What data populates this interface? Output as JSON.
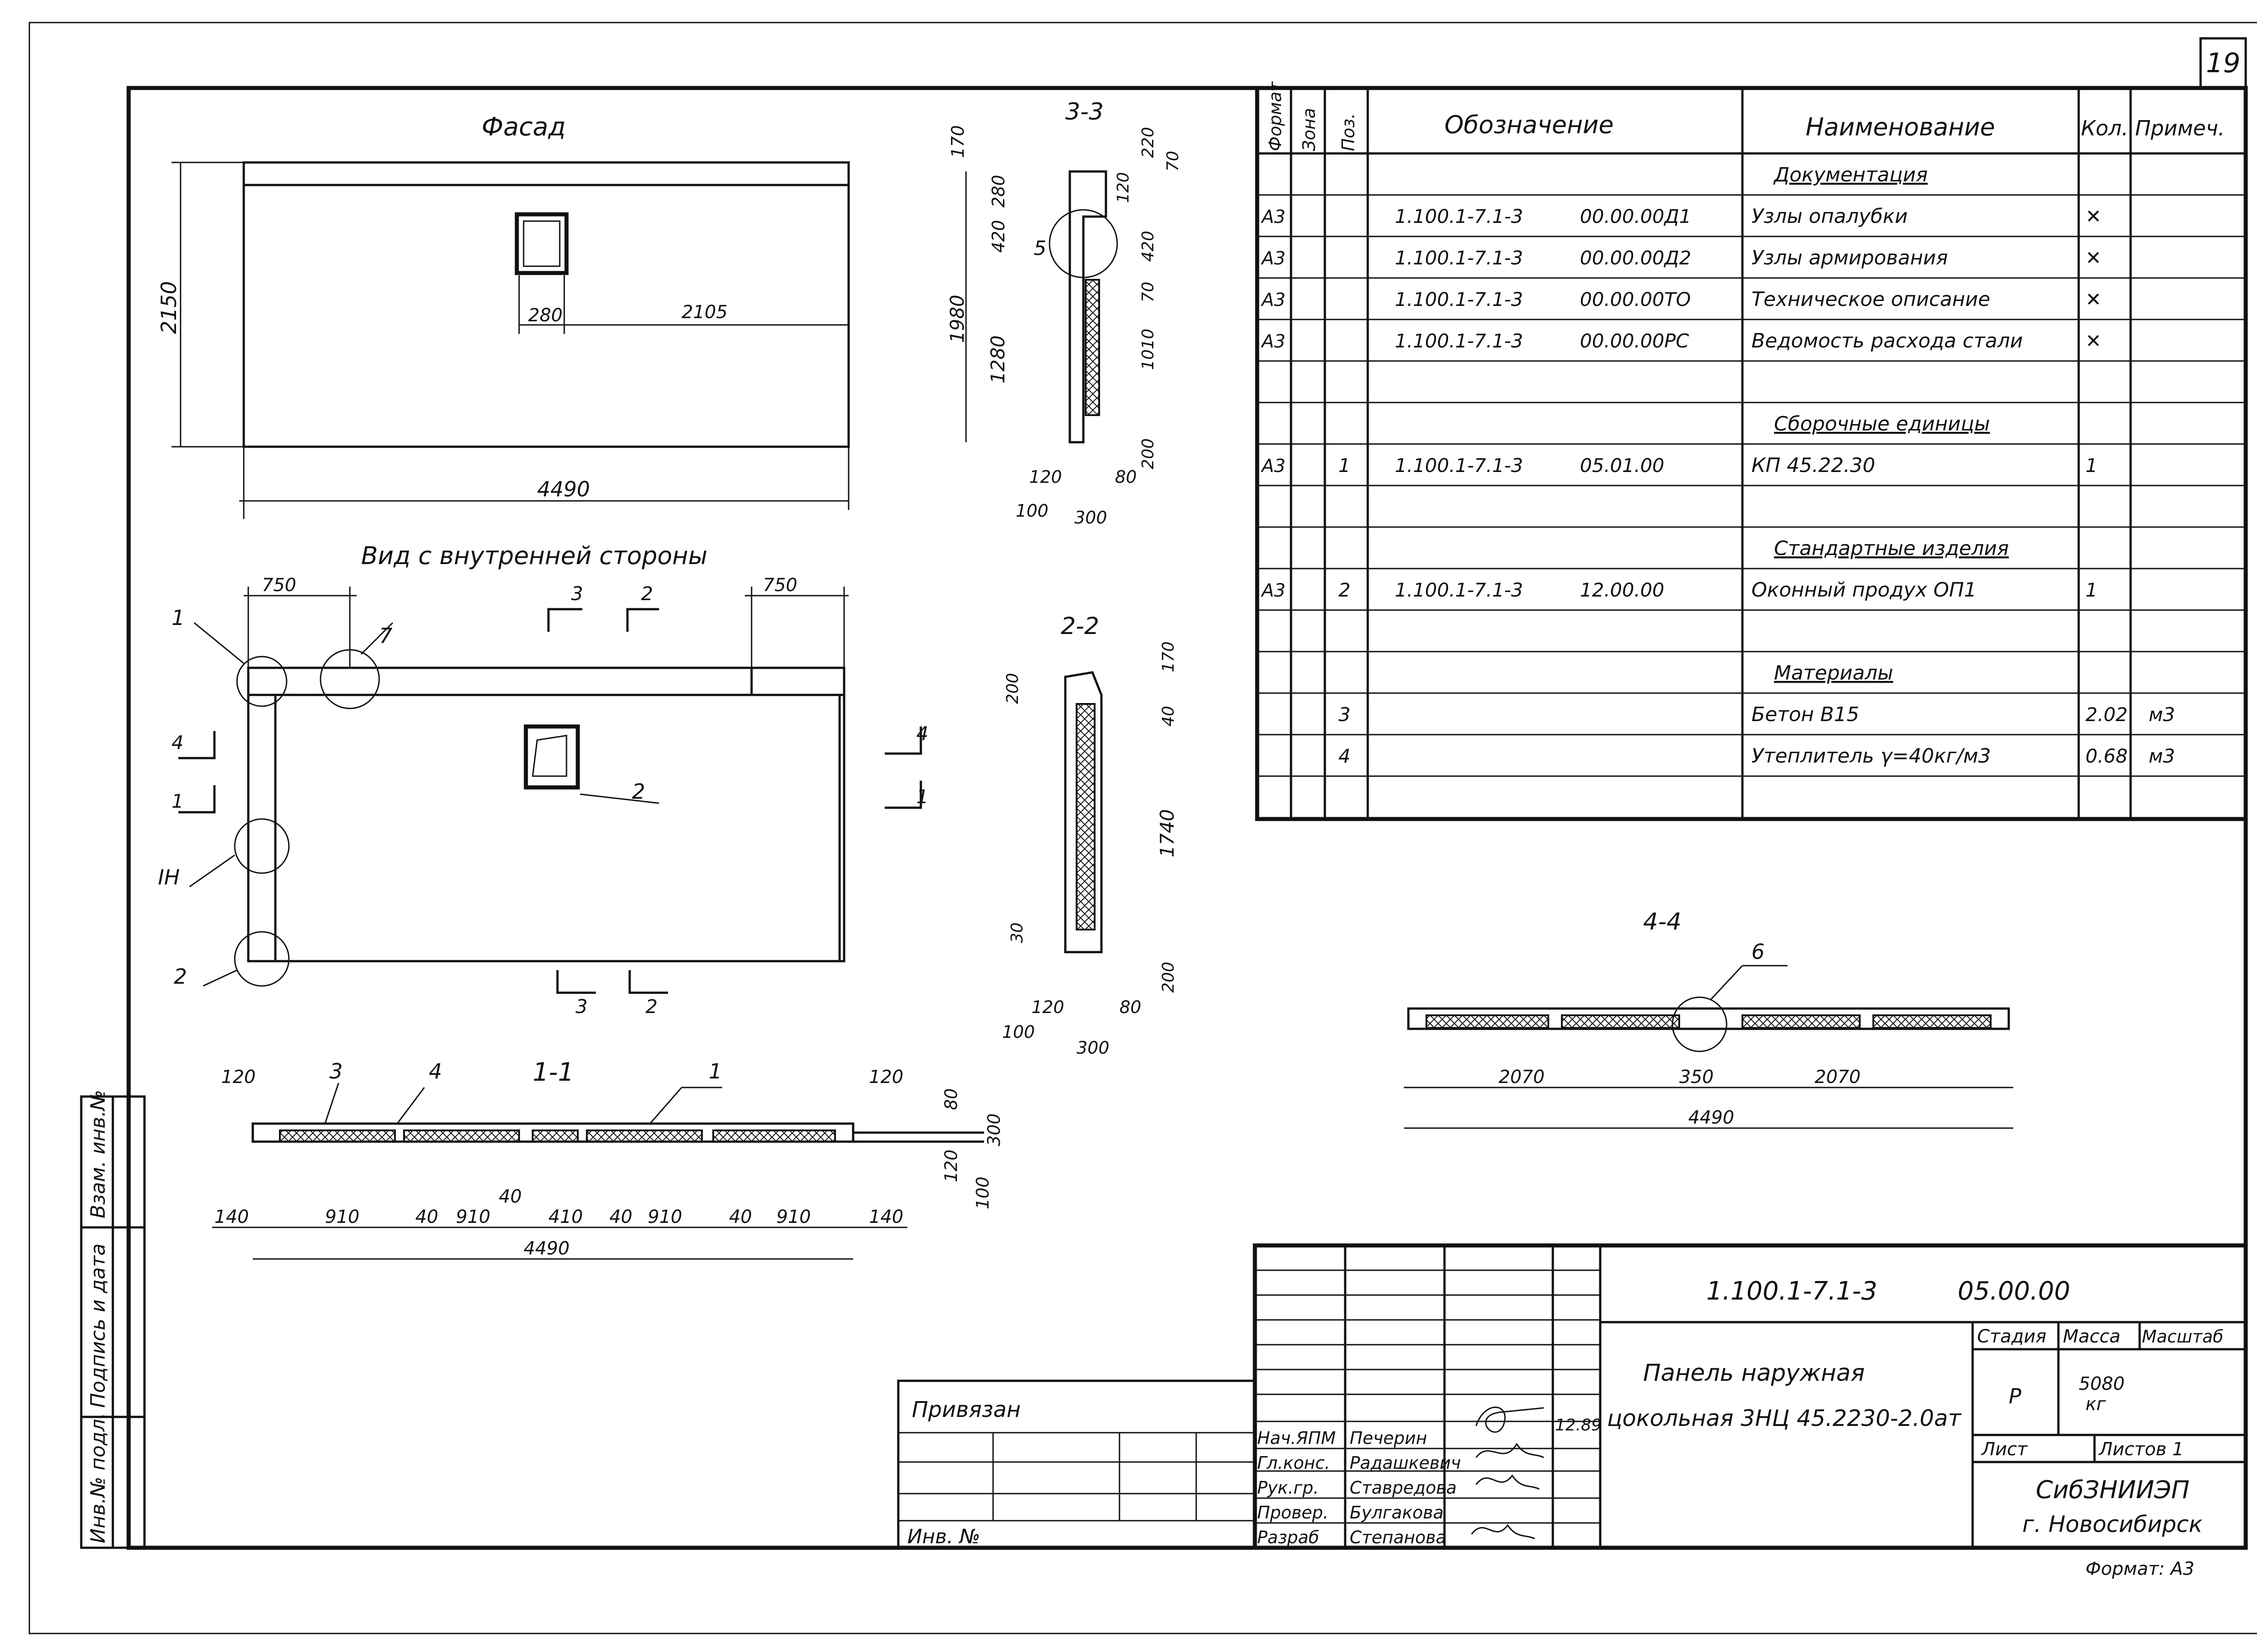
{
  "sheet_number": "19",
  "views": {
    "facade": {
      "title": "Фасад",
      "dim_height": "2150",
      "dim_window_offset": "280",
      "dim_window_right": "2105",
      "dim_width": "4490"
    },
    "inner": {
      "title": "Вид с внутренней стороны",
      "dim_left": "750",
      "dim_right": "750",
      "callouts": [
        "1",
        "7",
        "2",
        "IН",
        "2"
      ],
      "section_marks": [
        "3",
        "2",
        "4",
        "1",
        "4",
        "1",
        "3",
        "2"
      ]
    },
    "section_3_3": {
      "title": "3-3",
      "dims": [
        "170",
        "280",
        "420",
        "1980",
        "1280",
        "220",
        "120",
        "70",
        "420",
        "1010",
        "70",
        "200",
        "120",
        "80",
        "100",
        "300"
      ],
      "callout": "5"
    },
    "section_2_2": {
      "title": "2-2",
      "dims": [
        "200",
        "170",
        "40",
        "1740",
        "30",
        "200",
        "120",
        "80",
        "100",
        "300"
      ]
    },
    "section_1_1": {
      "title": "1-1",
      "callouts": [
        "3",
        "4",
        "1"
      ],
      "dims_top": [
        "120",
        "120",
        "80",
        "300",
        "120",
        "100"
      ],
      "dims_bottom": [
        "140",
        "910",
        "40",
        "910",
        "40",
        "410",
        "40",
        "910",
        "40",
        "910",
        "140"
      ],
      "dim_total": "4490"
    },
    "section_4_4": {
      "title": "4-4",
      "callout": "6",
      "dims": [
        "2070",
        "350",
        "2070",
        "4490"
      ]
    }
  },
  "spec": {
    "headers": [
      "Формат",
      "Зона",
      "Поз.",
      "Обозначение",
      "Наименование",
      "Кол.",
      "Примеч."
    ],
    "rows": [
      {
        "f": "",
        "z": "",
        "p": "",
        "code": "",
        "code2": "",
        "name": "Документация",
        "qty": "",
        "note": "",
        "section": true
      },
      {
        "f": "А3",
        "z": "",
        "p": "",
        "code": "1.100.1-7.1-3",
        "code2": "00.00.00Д1",
        "name": "Узлы опалубки",
        "qty": "✕",
        "note": ""
      },
      {
        "f": "А3",
        "z": "",
        "p": "",
        "code": "1.100.1-7.1-3",
        "code2": "00.00.00Д2",
        "name": "Узлы армирования",
        "qty": "✕",
        "note": ""
      },
      {
        "f": "А3",
        "z": "",
        "p": "",
        "code": "1.100.1-7.1-3",
        "code2": "00.00.00ТО",
        "name": "Техническое описание",
        "qty": "✕",
        "note": ""
      },
      {
        "f": "А3",
        "z": "",
        "p": "",
        "code": "1.100.1-7.1-3",
        "code2": "00.00.00РС",
        "name": "Ведомость расхода стали",
        "qty": "✕",
        "note": ""
      },
      {
        "f": "",
        "z": "",
        "p": "",
        "code": "",
        "code2": "",
        "name": "",
        "qty": "",
        "note": ""
      },
      {
        "f": "",
        "z": "",
        "p": "",
        "code": "",
        "code2": "",
        "name": "Сборочные единицы",
        "qty": "",
        "note": "",
        "section": true
      },
      {
        "f": "А3",
        "z": "",
        "p": "1",
        "code": "1.100.1-7.1-3",
        "code2": "05.01.00",
        "name": "КП 45.22.30",
        "qty": "1",
        "note": ""
      },
      {
        "f": "",
        "z": "",
        "p": "",
        "code": "",
        "code2": "",
        "name": "",
        "qty": "",
        "note": ""
      },
      {
        "f": "",
        "z": "",
        "p": "",
        "code": "",
        "code2": "",
        "name": "Стандартные изделия",
        "qty": "",
        "note": "",
        "section": true
      },
      {
        "f": "А3",
        "z": "",
        "p": "2",
        "code": "1.100.1-7.1-3",
        "code2": "12.00.00",
        "name": "Оконный продух ОП1",
        "qty": "1",
        "note": ""
      },
      {
        "f": "",
        "z": "",
        "p": "",
        "code": "",
        "code2": "",
        "name": "",
        "qty": "",
        "note": ""
      },
      {
        "f": "",
        "z": "",
        "p": "",
        "code": "",
        "code2": "",
        "name": "Материалы",
        "qty": "",
        "note": "",
        "section": true
      },
      {
        "f": "",
        "z": "",
        "p": "3",
        "code": "",
        "code2": "",
        "name": "Бетон В15",
        "qty": "2.02",
        "note": "м3"
      },
      {
        "f": "",
        "z": "",
        "p": "4",
        "code": "",
        "code2": "",
        "name": "Утеплитель γ=40кг/м3",
        "qty": "0.68",
        "note": "м3"
      },
      {
        "f": "",
        "z": "",
        "p": "",
        "code": "",
        "code2": "",
        "name": "",
        "qty": "",
        "note": ""
      }
    ]
  },
  "stamp": {
    "code": "1.100.1-7.1-3          05.00.00",
    "title_line1": "Панель наружная",
    "title_line2": "цокольная 3НЦ 45.2230-2.0ат",
    "stage_label": "Стадия",
    "mass_label": "Масса",
    "scale_label": "Масштаб",
    "stage": "Р",
    "mass": "5080",
    "mass_unit": "кг",
    "sheet_label": "Лист",
    "sheets_label": "Листов 1",
    "org": "СибЗНИИЭП",
    "city": "г. Новосибирск",
    "format": "Формат: А3",
    "date": "12.89",
    "signers": [
      {
        "role": "Нач.ЯПМ",
        "name": "Печерин"
      },
      {
        "role": "Гл.конс.",
        "name": "Радашкевич"
      },
      {
        "role": "Рук.гр.",
        "name": "Ставредова"
      },
      {
        "role": "Провер.",
        "name": "Булгакова"
      },
      {
        "role": "Разраб",
        "name": "Степанова"
      }
    ],
    "bound_label": "Привязан",
    "inv_label": "Инв. №"
  },
  "side_strip": [
    "Инв.№ подл.",
    "Подпись и дата",
    "Взам. инв.№"
  ]
}
